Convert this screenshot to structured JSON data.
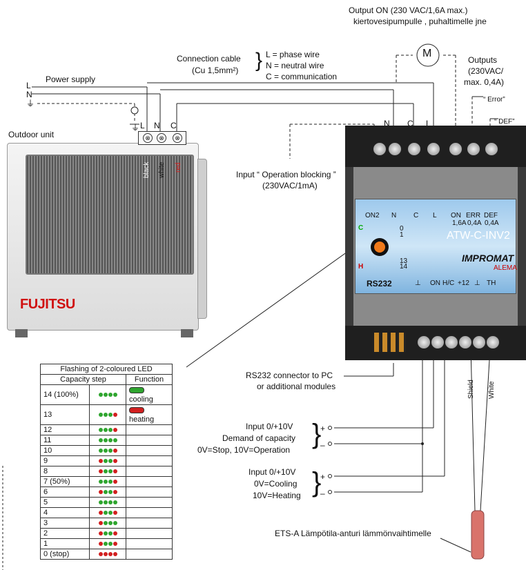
{
  "output_on": {
    "line1": "Output ON (230 VAC/1,6A max.)",
    "line2": "kiertovesipumpulle , puhaltimelle jne"
  },
  "motor": "M",
  "outputs": {
    "line1": "Outputs",
    "line2": "(230VAC/",
    "line3": "max. 0,4A)",
    "error": "“ Error”",
    "def": "“ DEF”"
  },
  "connection_cable": {
    "title": "Connection cable",
    "spec": "(Cu 1,5mm²)",
    "l": "L = phase wire",
    "n": "N = neutral wire",
    "c": "C = communication"
  },
  "power_supply": "Power supply",
  "supply_lines": {
    "l": "L",
    "n": "N"
  },
  "outdoor_unit": "Outdoor unit",
  "unit_terminals": {
    "l": "L",
    "n": "N",
    "c": "C"
  },
  "wire_colors": {
    "black": "black",
    "white": "white",
    "red": "red"
  },
  "brand": "FUJITSU",
  "ctrl_terminals": {
    "n": "N",
    "c": "C",
    "l": "L"
  },
  "input_blocking": {
    "line1": "Input “ Operation blocking ”",
    "line2": "(230VAC/1mA)"
  },
  "panel": {
    "top_labels": [
      "ON2",
      "N",
      "C",
      "L",
      "ON",
      "ERR",
      "DEF"
    ],
    "ratings": [
      "1,6A",
      "0,4A",
      "0,4A"
    ],
    "model": "ATW-C-INV2",
    "maker": "IMPROMAT",
    "maker_sub": "ALEMA",
    "rs232": "RS232",
    "c_label": "C",
    "h_label": "H",
    "led_rows": [
      "0",
      "1",
      "13",
      "14"
    ],
    "bottom_labels": [
      "⊥",
      "ON",
      "H/C",
      "+12",
      "⊥",
      "TH"
    ]
  },
  "rs232_connector": {
    "line1": "RS232 connector to PC",
    "line2": "or additional modules"
  },
  "shield": "Shield",
  "white": "White",
  "input1": {
    "line1": "Input 0/+10V",
    "line2": "Demand of capacity",
    "line3": "0V=Stop, 10V=Operation",
    "plus": "+",
    "minus": "–"
  },
  "input2": {
    "line1": "Input 0/+10V",
    "line2": "0V=Cooling",
    "line3": "10V=Heating",
    "plus": "+",
    "minus": "–"
  },
  "sensor": "ETS-A Lämpötila-anturi lämmönvaihtimelle",
  "table": {
    "title": "Flashing of 2-coloured LED",
    "col1": "Capacity step",
    "col2": "Function",
    "cooling": "cooling",
    "heating": "heating",
    "rows": [
      {
        "label": "14 (100%)",
        "leds": "GGGG"
      },
      {
        "label": "13",
        "leds": "GGGR"
      },
      {
        "label": "12",
        "leds": "GGGR"
      },
      {
        "label": "11",
        "leds": "GGGG"
      },
      {
        "label": "10",
        "leds": "GGGR"
      },
      {
        "label": "9",
        "leds": "RGGR"
      },
      {
        "label": "8",
        "leds": "RGGR"
      },
      {
        "label": "7 (50%)",
        "leds": "GGGR"
      },
      {
        "label": "6",
        "leds": "RGGR"
      },
      {
        "label": "5",
        "leds": "GGGG"
      },
      {
        "label": "4",
        "leds": "RGGR"
      },
      {
        "label": "3",
        "leds": "RGGG"
      },
      {
        "label": "2",
        "leds": "RGGR"
      },
      {
        "label": "1",
        "leds": "RGGR"
      },
      {
        "label": "0 (stop)",
        "leds": "RRRR"
      }
    ]
  },
  "colors": {
    "green": "#2fa52f",
    "red": "#d22020",
    "brand_red": "#d01010"
  }
}
